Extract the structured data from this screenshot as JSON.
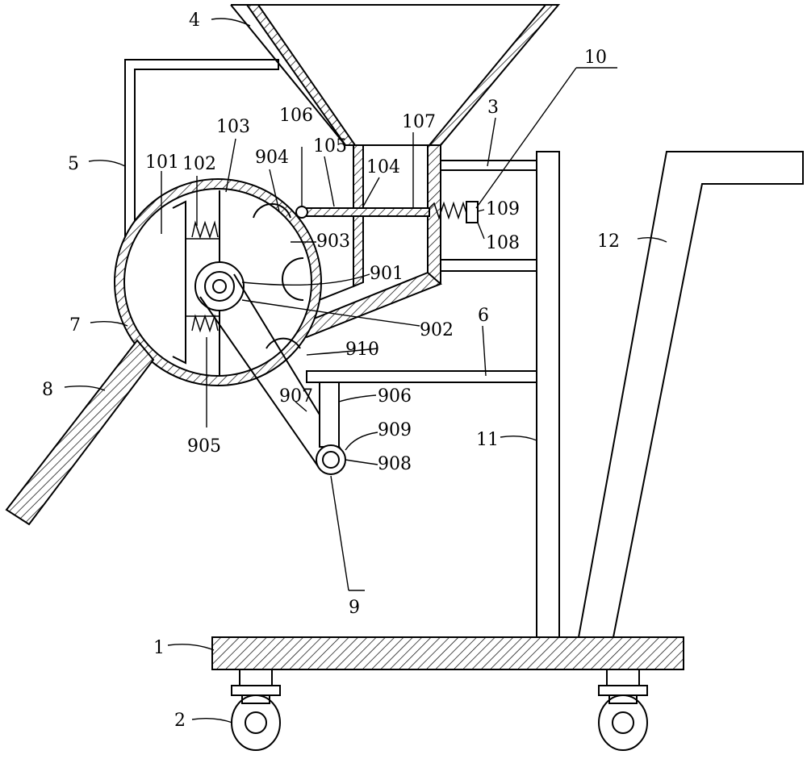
{
  "labels": {
    "l1": "1",
    "l2": "2",
    "l3": "3",
    "l4": "4",
    "l5": "5",
    "l6": "6",
    "l7": "7",
    "l8": "8",
    "l9": "9",
    "l10": "10",
    "l11": "11",
    "l12": "12",
    "l101": "101",
    "l102": "102",
    "l103": "103",
    "l104": "104",
    "l105": "105",
    "l106": "106",
    "l107": "107",
    "l108": "108",
    "l109": "109",
    "l901": "901",
    "l902": "902",
    "l903": "903",
    "l904": "904",
    "l905": "905",
    "l906": "906",
    "l907": "907",
    "l908": "908",
    "l909": "909",
    "l910": "910"
  }
}
